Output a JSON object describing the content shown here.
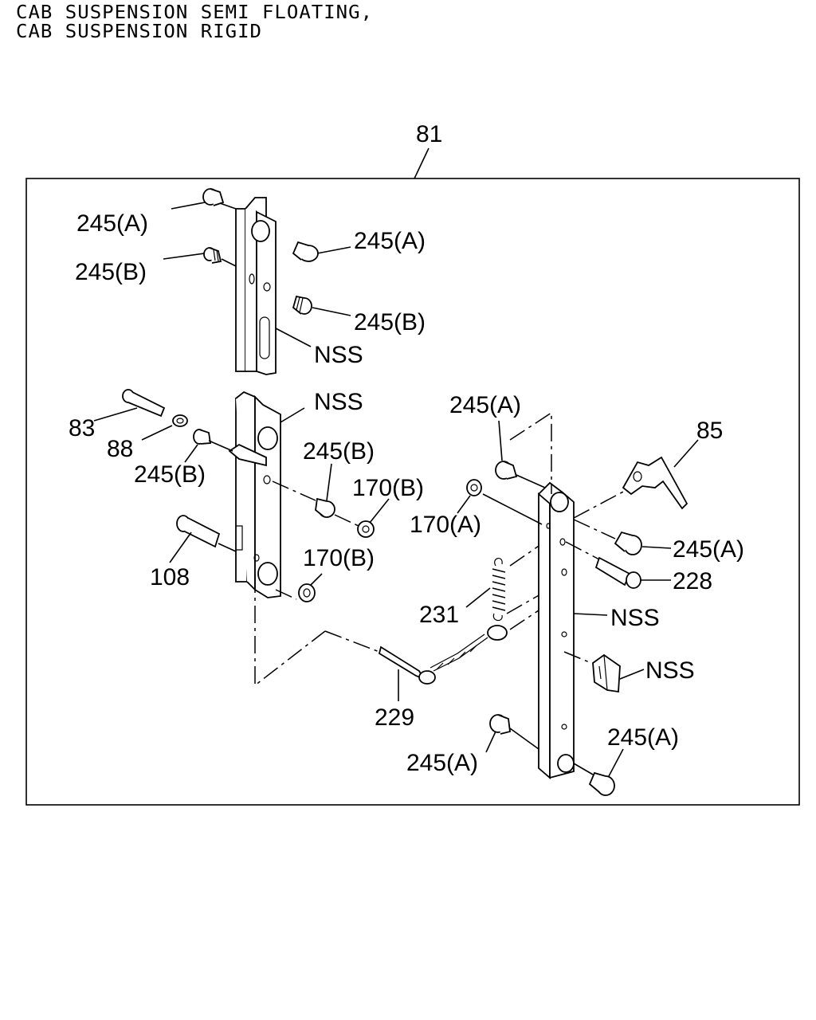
{
  "header": {
    "line1": "CAB SUSPENSION SEMI FLOATING,",
    "line2": "CAB SUSPENSION RIGID"
  },
  "labels": {
    "l81": "81",
    "l245a_1": "245(A)",
    "l245b_1": "245(B)",
    "l245a_2": "245(A)",
    "l245b_2": "245(B)",
    "lnss_1": "NSS",
    "lnss_2": "NSS",
    "l83": "83",
    "l88": "88",
    "l245b_3": "245(B)",
    "l245b_4": "245(B)",
    "l170b_1": "170(B)",
    "l108": "108",
    "l170b_2": "170(B)",
    "l245a_3": "245(A)",
    "l85": "85",
    "l170a": "170(A)",
    "l245a_4": "245(A)",
    "l228": "228",
    "l231": "231",
    "lnss_3": "NSS",
    "lnss_4": "NSS",
    "l229": "229",
    "l245a_5": "245(A)",
    "l245a_6": "245(A)"
  }
}
